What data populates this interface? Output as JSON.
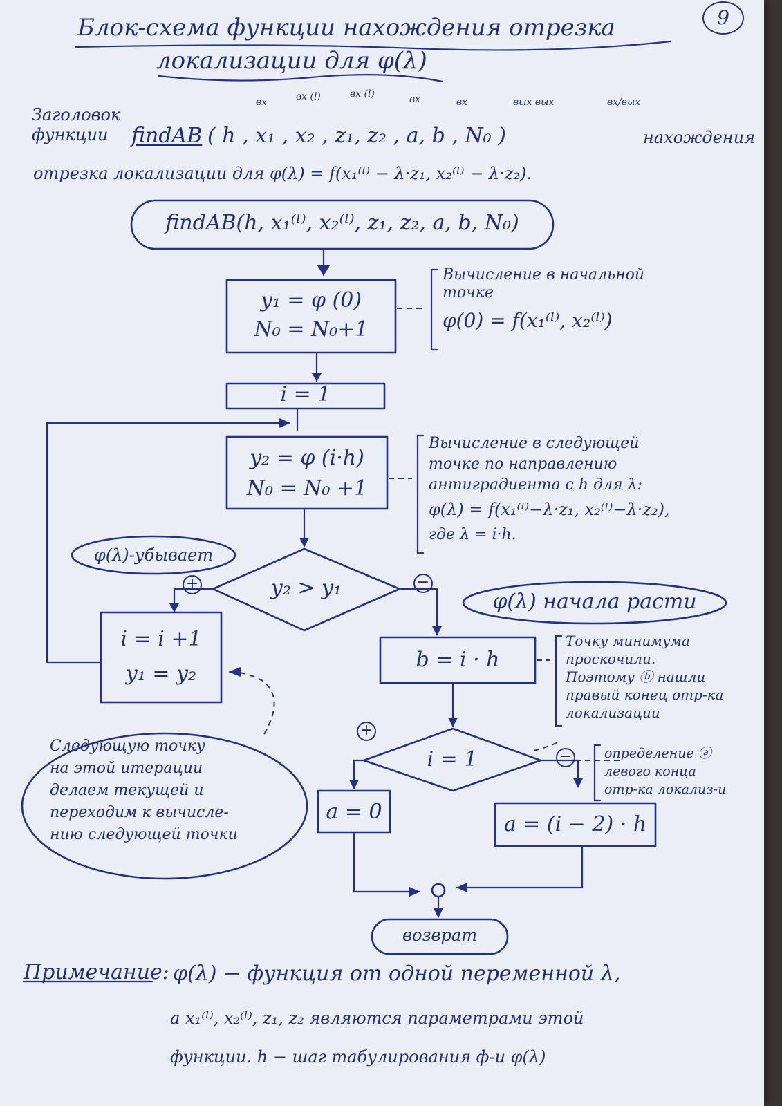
{
  "page": {
    "number": "9",
    "title_line1": "Блок-схема функции нахождения отрезка",
    "title_line2": "локализации для φ(λ)"
  },
  "header": {
    "caption": "Заголовок функции",
    "signature_name": "findAB",
    "signature_args": "( h , x₁ , x₂ , z₁, z₂ , a, b , N₀ )",
    "signature_rest": "нахождения",
    "description": "отрезка локализации для φ(λ) = f(x₁⁽ˡ⁾ − λ·z₁, x₂⁽ˡ⁾ − λ·z₂).",
    "io_marks": [
      "вх",
      "вх (l)",
      "вх (l)",
      "вх",
      "вх",
      "вых вых",
      "вх/вых"
    ]
  },
  "flowchart": {
    "start": "findAB(h, x₁⁽ˡ⁾, x₂⁽ˡ⁾, z₁, z₂, a, b, N₀)",
    "init_line1": "y₁ = φ (0)",
    "init_line2": "N₀ = N₀+1",
    "init_comment": [
      "Вычисление в начальной",
      "точке",
      "φ(0) = f(x₁⁽ˡ⁾, x₂⁽ˡ⁾)"
    ],
    "counter": "i = 1",
    "next_line1": "y₂ = φ (i·h)",
    "next_line2": "N₀ = N₀ +1",
    "next_comment": [
      "Вычисление в следующей",
      "точке по направлению",
      "антиградиента с h для λ:",
      "φ(λ) = f(x₁⁽ˡ⁾−λ·z₁, x₂⁽ˡ⁾−λ·z₂),",
      "где λ = i·h."
    ],
    "decision1": "y₂ > y₁",
    "decreasing_label": "φ(λ)-убывает",
    "increasing_label": "φ(λ) начала расти",
    "plus": "+",
    "minus": "−",
    "update_line1": "i = i +1",
    "update_line2": "y₁ = y₂",
    "update_comment": [
      "Следующую точку",
      "на этой итерации",
      "делаем текущей и",
      "переходим к вычисле-",
      "нию следующей точки"
    ],
    "b_assign": "b = i · h",
    "b_comment": [
      "Точку минимума",
      "проскочили.",
      "Поэтому ⓑ нашли",
      "правый конец отр-ка",
      "локализации"
    ],
    "decision2": "i = 1",
    "a_zero": "a = 0",
    "a_assign": "a = (i − 2) · h",
    "a_comment": [
      "определение ⓐ",
      "левого конца",
      "отр-ка локализ-и"
    ],
    "end": "возврат"
  },
  "note": {
    "label": "Примечание:",
    "line1": "φ(λ) − функция от одной переменной λ,",
    "line2": "а x₁⁽ˡ⁾, x₂⁽ˡ⁾, z₁, z₂ являются параметрами этой",
    "line3": "функции. h − шаг табулирования ф-и φ(λ)"
  }
}
